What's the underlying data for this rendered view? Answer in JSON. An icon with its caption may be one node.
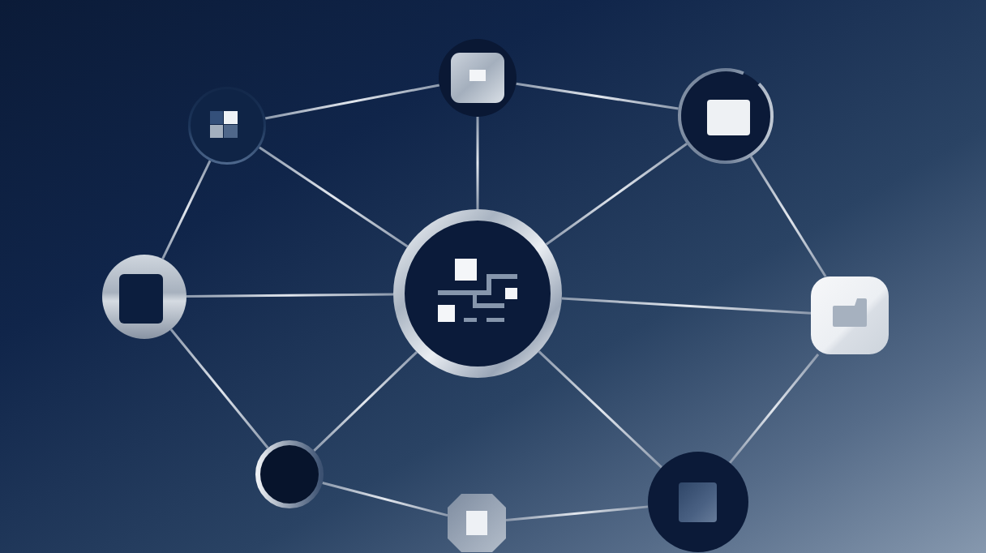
{
  "diagram": {
    "nodes": [
      {
        "text": [],
        "shape": "circle"
      },
      {
        "text": [],
        "shape": "circle"
      },
      {
        "text": [],
        "shape": "circle"
      },
      {
        "text": [],
        "shape": "circle"
      },
      {
        "text": [],
        "shape": "circle"
      },
      {
        "text": [],
        "shape": "box"
      },
      {
        "text": [],
        "shape": "circle"
      },
      {
        "text": [],
        "shape": "octagon"
      },
      {
        "text": [],
        "shape": "circle"
      }
    ],
    "edges": [
      {
        "from": 0,
        "to": 1,
        "arrow": "none"
      },
      {
        "from": 1,
        "to": 2,
        "arrow": "none"
      },
      {
        "from": 0,
        "to": 3,
        "arrow": "none"
      },
      {
        "from": 0,
        "to": 4,
        "arrow": "none"
      },
      {
        "from": 1,
        "to": 4,
        "arrow": "none"
      },
      {
        "from": 2,
        "to": 4,
        "arrow": "none"
      },
      {
        "from": 2,
        "to": 5,
        "arrow": "none"
      },
      {
        "from": 3,
        "to": 4,
        "arrow": "none"
      },
      {
        "from": 4,
        "to": 5,
        "arrow": "none"
      },
      {
        "from": 3,
        "to": 6,
        "arrow": "none"
      },
      {
        "from": 4,
        "to": 6,
        "arrow": "none"
      },
      {
        "from": 4,
        "to": 8,
        "arrow": "none"
      },
      {
        "from": 5,
        "to": 8,
        "arrow": "none"
      },
      {
        "from": 6,
        "to": 7,
        "arrow": "none"
      },
      {
        "from": 7,
        "to": 8,
        "arrow": "none"
      }
    ]
  }
}
